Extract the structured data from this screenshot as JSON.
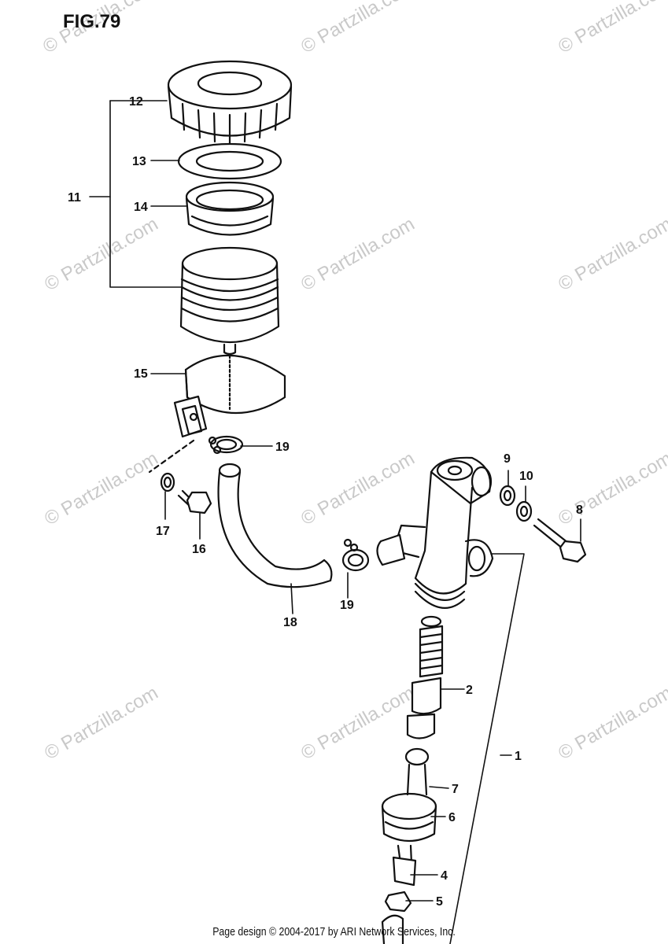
{
  "figure": {
    "title": "FIG.79",
    "footer": "Page design © 2004-2017 by ARI Network Services, Inc."
  },
  "watermark": {
    "text": "© Partzilla.com"
  },
  "callouts": {
    "c1": "1",
    "c2": "2",
    "c4": "4",
    "c5": "5",
    "c6": "6",
    "c7": "7",
    "c8": "8",
    "c9": "9",
    "c10": "10",
    "c11": "11",
    "c12": "12",
    "c13": "13",
    "c14": "14",
    "c15": "15",
    "c16": "16",
    "c17": "17",
    "c18": "18",
    "c19a": "19",
    "c19b": "19"
  }
}
